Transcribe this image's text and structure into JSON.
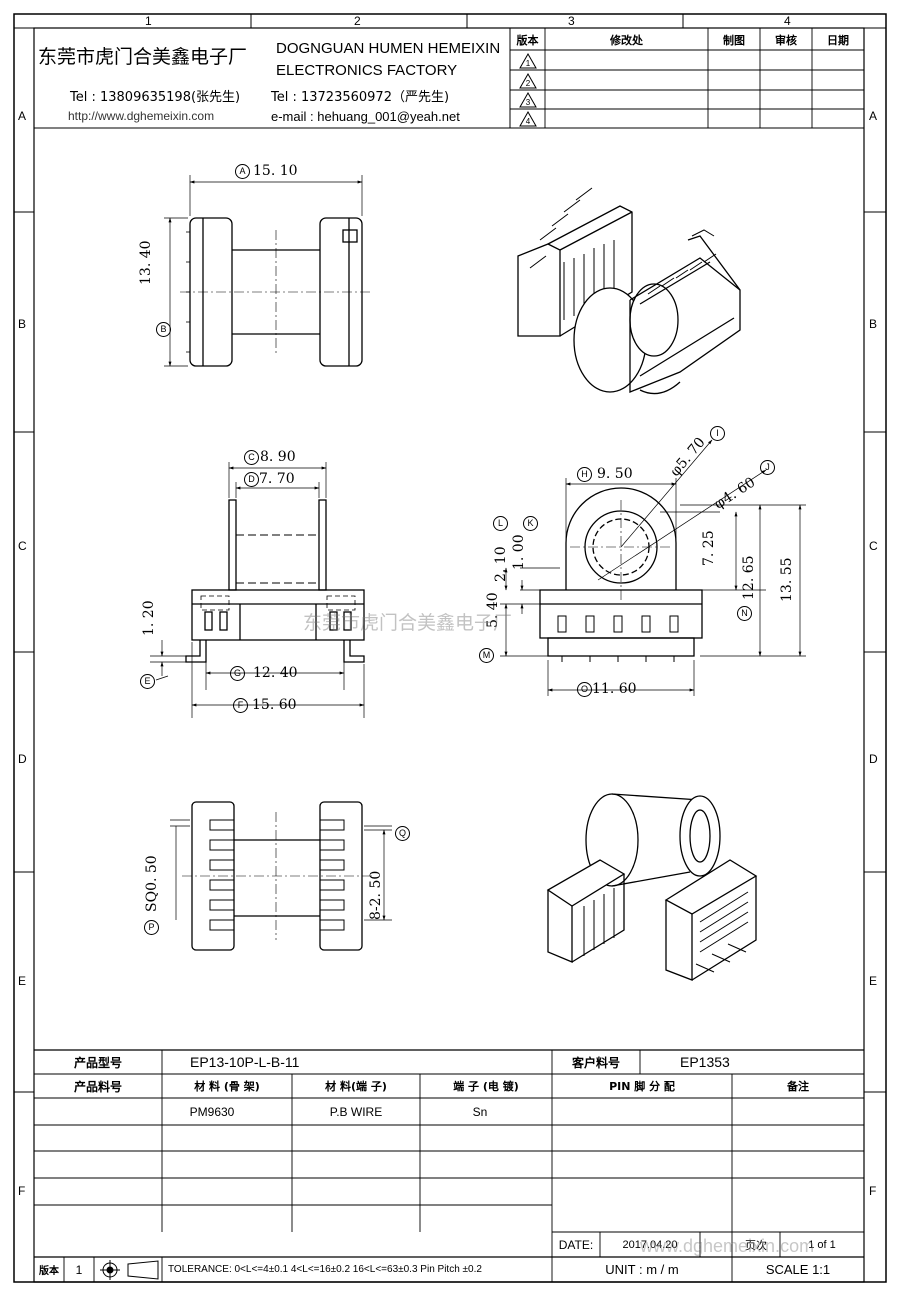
{
  "grid": {
    "cols": [
      "1",
      "2",
      "3",
      "4"
    ],
    "rows": [
      "A",
      "B",
      "C",
      "D",
      "E",
      "F"
    ]
  },
  "header": {
    "company_cn": "东莞市虎门合美鑫电子厂",
    "company_en_line1": "DOGNGUAN HUMEN HEMEIXIN",
    "company_en_line2": "ELECTRONICS FACTORY",
    "tel1": "Tel : 13809635198(张先生)",
    "tel2": "Tel : 13723560972（严先生)",
    "website": "http://www.dghemeixin.com",
    "email": "e-mail : hehuang_001@yeah.net"
  },
  "revision_table": {
    "headers": [
      "版本",
      "修改处",
      "制图",
      "审核",
      "日期"
    ],
    "rows": [
      "1",
      "2",
      "3",
      "4"
    ]
  },
  "watermark": "东莞市虎门合美鑫电子厂",
  "dimensions": {
    "A": "15. 10",
    "B": "13. 40",
    "C": "8. 90",
    "D": "7. 70",
    "E_val": "1. 20",
    "G": "12. 40",
    "F": "15. 60",
    "H": "9. 50",
    "I": "φ5. 70",
    "J": "φ4. 60",
    "L": "2. 10",
    "K": "1. 00",
    "M": "5. 40",
    "h725": "7. 25",
    "N": "12. 65",
    "h1355": "13. 55",
    "O": "11. 60",
    "P": "SQ0. 50",
    "Q": "8-2. 50"
  },
  "markers": {
    "A": "A",
    "B": "B",
    "C": "C",
    "D": "D",
    "E": "E",
    "F": "F",
    "G": "G",
    "H": "H",
    "I": "I",
    "J": "J",
    "K": "K",
    "L": "L",
    "M": "M",
    "N": "N",
    "O": "O",
    "P": "P",
    "Q": "Q"
  },
  "bom": {
    "product_model_label": "产品型号",
    "product_model": "EP13-10P-L-B-11",
    "customer_pn_label": "客户料号",
    "customer_pn": "EP1353",
    "product_pn_label": "产品料号",
    "col_material_bobbin": "材 料 (骨 架)",
    "col_material_pin": "材 料(端 子)",
    "col_plating": "端 子 (电 镀)",
    "col_pin_assign": "PIN 脚 分 配",
    "col_remark": "备注",
    "material_bobbin": "PM9630",
    "material_pin": "P.B WIRE",
    "plating": "Sn"
  },
  "footer": {
    "version_label": "版本",
    "version": "1",
    "tolerance": "TOLERANCE:  0<L<=4±0.1  4<L<=16±0.2  16<L<=63±0.3  Pin Pitch  ±0.2",
    "date_label": "DATE:",
    "date_value": "2017.04.20",
    "page_label": "页次",
    "page_value": "1 of 1",
    "unit": "UNIT : m / m",
    "scale": "SCALE   1:1",
    "watermark_url": "www.dghemeixin.com"
  }
}
